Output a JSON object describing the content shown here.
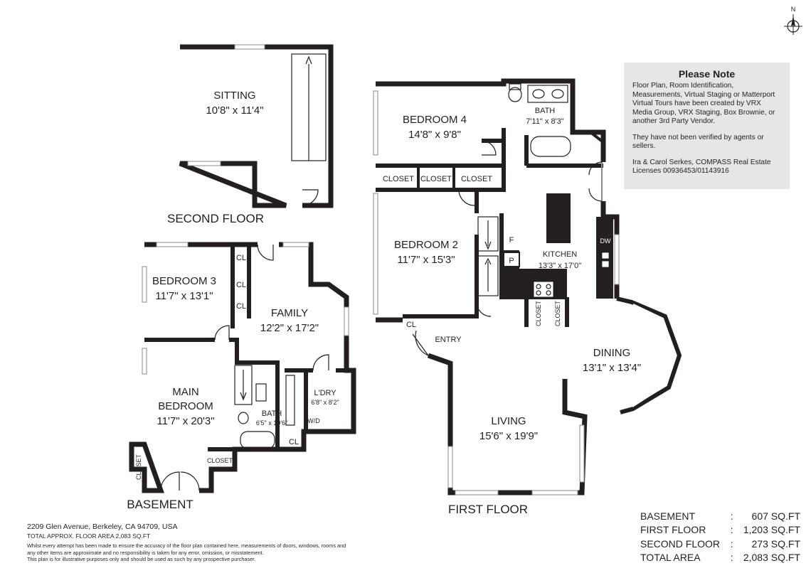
{
  "floors": {
    "second": {
      "label": "SECOND FLOOR",
      "rooms": [
        {
          "name": "SITTING",
          "dims": "10'8\" x 11'4\""
        }
      ]
    },
    "basement": {
      "label": "BASEMENT",
      "rooms": [
        {
          "name": "BEDROOM 3",
          "dims": "11'7\" x 13'1\""
        },
        {
          "name": "FAMILY",
          "dims": "12'2\" x 17'2\""
        },
        {
          "name": "MAIN",
          "name2": "BEDROOM",
          "dims": "11'7\" x 20'3\""
        },
        {
          "name": "BATH",
          "dims": "6'5\" x 10'6\""
        },
        {
          "name": "L'DRY",
          "dims": "6'8\" x 8'2\""
        }
      ],
      "labels": {
        "cl": "CL",
        "closet": "CLOSET",
        "wd": "W/D"
      }
    },
    "first": {
      "label": "FIRST FLOOR",
      "rooms": [
        {
          "name": "BEDROOM 4",
          "dims": "14'8\" x 9'8\""
        },
        {
          "name": "BATH",
          "dims": "7'11\" x 8'3\""
        },
        {
          "name": "BEDROOM 2",
          "dims": "11'7\" x 15'3\""
        },
        {
          "name": "KITCHEN",
          "dims": "13'3\" x 17'0\""
        },
        {
          "name": "DINING",
          "dims": "13'1\" x 13'4\""
        },
        {
          "name": "LIVING",
          "dims": "15'6\" x 19'9\""
        },
        {
          "name": "ENTRY"
        }
      ],
      "labels": {
        "closet": "CLOSET",
        "cl": "CL",
        "f": "F",
        "p": "P",
        "dw": "DW"
      }
    }
  },
  "note": {
    "title": "Please Note",
    "paragraphs": [
      "Floor Plan, Room Identification, Measurements, Virtual Staging or Matterport Virtual Tours have been created by VRX Media Group, VRX Staging, Box Brownie, or another 3rd Party Vendor.",
      "They have not been verified by agents or sellers.",
      "Ira & Carol Serkes, COMPASS Real Estate Licenses 00936453/01143916"
    ]
  },
  "footer": {
    "address": "2209 Glen Avenue, Berkeley, CA 94709, USA",
    "total": "TOTAL APPROX. FLOOR AREA 2,083 SQ.FT",
    "disclaimer1": "Whilst every attempt has been made to ensure the accuracy of the floor plan contained here, measurements of doors, windows, rooms and any other items are approximate and no responsibility is taken for any error, omission, or misstatement.",
    "disclaimer2": "This plan is for illustrative purposes only and should be used as such by any prospective purchaser."
  },
  "areas": [
    {
      "label": "BASEMENT",
      "sep": ":",
      "value": "607 SQ.FT"
    },
    {
      "label": "FIRST FLOOR",
      "sep": ":",
      "value": "1,203 SQ.FT"
    },
    {
      "label": "SECOND FLOOR",
      "sep": ":",
      "value": "273 SQ.FT"
    },
    {
      "label": "TOTAL AREA",
      "sep": ":",
      "value": "2,083 SQ.FT"
    }
  ],
  "compass": {
    "label": "N",
    "icon": "north-arrow-icon"
  },
  "colors": {
    "wall": "#231f20",
    "note_bg": "#e6e6e7",
    "window": "#8a8a8a"
  }
}
